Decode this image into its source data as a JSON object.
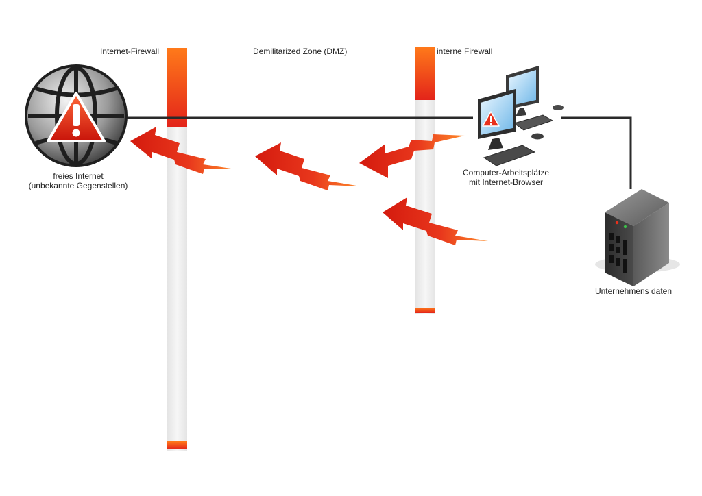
{
  "labels": {
    "internet_firewall": "Internet-Firewall",
    "dmz": "Demilitarized Zone (DMZ)",
    "internal_firewall": "interne Firewall",
    "internet_line1": "freies Internet",
    "internet_line2": "(unbekannte Gegenstellen)",
    "workstations_line1": "Computer-Arbeitsplätze",
    "workstations_line2": "mit Internet-Browser",
    "server": "Unternehmens daten"
  },
  "colors": {
    "firewall_red": "#e8371c",
    "firewall_orange": "#ff6a00",
    "arrow_red": "#d41a0e",
    "arrow_orange": "#ff7a1a",
    "connection_line": "#2a2a2a",
    "warning_red": "#e8301c"
  },
  "icons": {
    "internet": "globe-warning-icon",
    "workstations": "computer-workstations-icon",
    "server": "server-tower-icon",
    "attack": "lightning-arrow-icon"
  }
}
